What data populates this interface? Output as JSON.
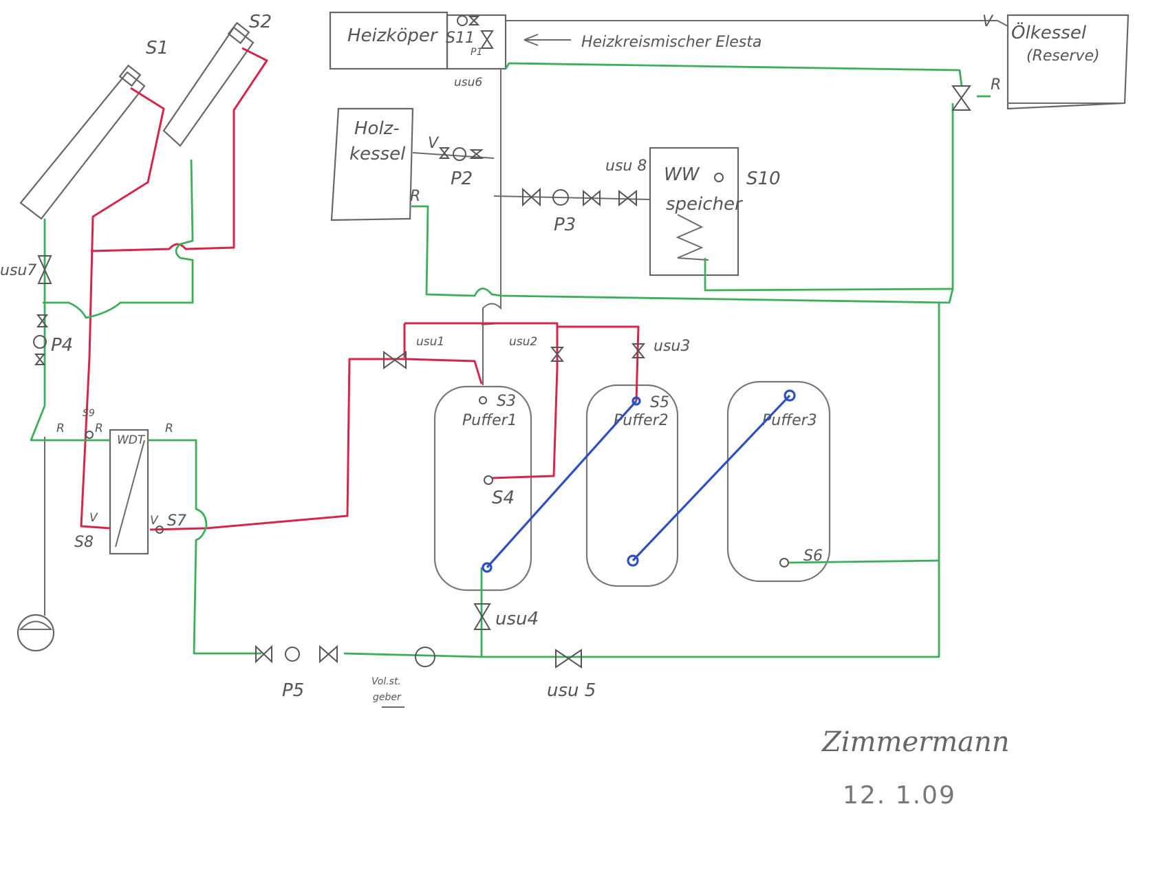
{
  "diagram": {
    "components": {
      "heizkoerper": "Heizköper",
      "heizkreismischer": "Heizkreismischer Elesta",
      "oelkessel_line1": "Ölkessel",
      "oelkessel_line2": "(Reserve)",
      "holzkessel_line1": "Holz-",
      "holzkessel_line2": "kessel",
      "ww_line1": "WW",
      "ww_line2": "speicher",
      "wdt": "WDT",
      "puffer1": "Puffer1",
      "puffer2": "Puffer2",
      "puffer3": "Puffer3",
      "verlustgeber_line1": "Vol.st.",
      "verlustgeber_line2": "geber"
    },
    "sensors": {
      "s1": "S1",
      "s2": "S2",
      "s3": "S3",
      "s4": "S4",
      "s5": "S5",
      "s6": "S6",
      "s7": "S7",
      "s8": "S8",
      "s9": "S9",
      "s10": "S10",
      "s11": "S11"
    },
    "pumps": {
      "p1": "P1",
      "p2": "P2",
      "p3": "P3",
      "p4": "P4",
      "p5": "P5"
    },
    "valves": {
      "usv1": "usu1",
      "usv2": "usu2",
      "usv3": "usu3",
      "usv4": "usu4",
      "usv5": "usu 5",
      "usv6": "usu6",
      "usv7": "usu7",
      "usv8": "usu 8"
    },
    "flow_marks": {
      "v": "V",
      "r": "R"
    },
    "signature": "Zimmermann",
    "date": "12. 1.09"
  }
}
